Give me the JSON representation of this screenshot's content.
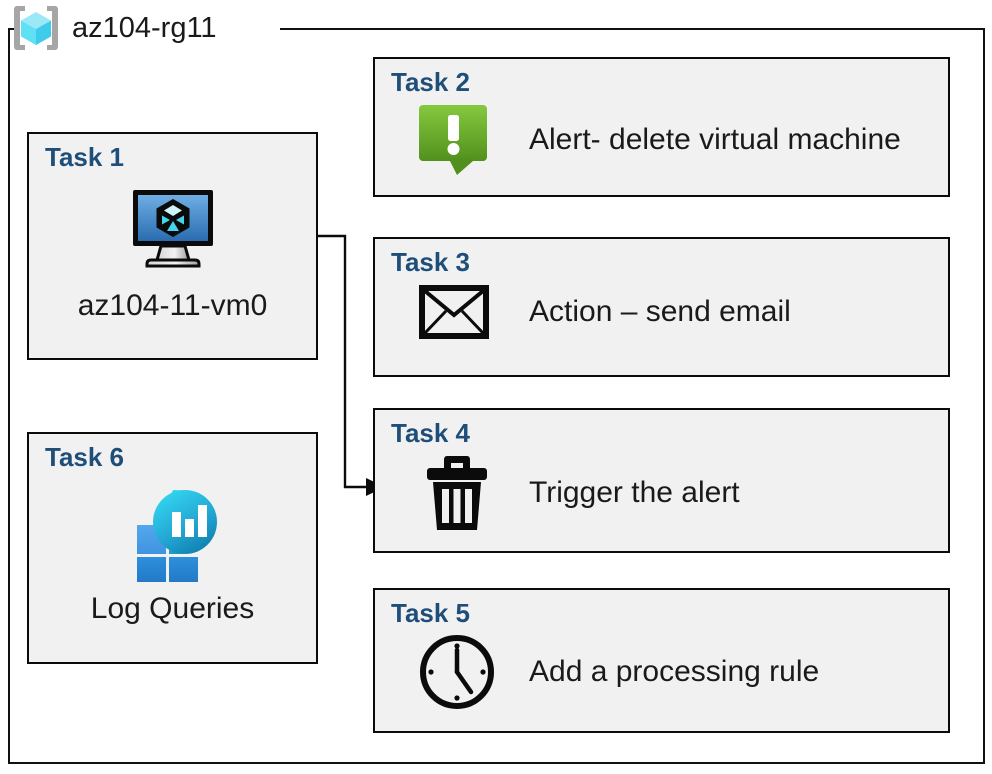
{
  "resource_group": {
    "name": "az104-rg11",
    "icon": "resource-group-cube-icon"
  },
  "tasks": [
    {
      "id": "task1",
      "title": "Task 1",
      "caption": "az104-11-vm0",
      "icon": "virtual-machine-icon",
      "layout": "vertical"
    },
    {
      "id": "task2",
      "title": "Task 2",
      "caption": "Alert- delete virtual machine",
      "icon": "alert-bubble-icon",
      "layout": "horizontal"
    },
    {
      "id": "task3",
      "title": "Task 3",
      "caption": "Action – send email",
      "icon": "envelope-icon",
      "layout": "horizontal"
    },
    {
      "id": "task4",
      "title": "Task 4",
      "caption": "Trigger the alert",
      "icon": "trash-icon",
      "layout": "horizontal"
    },
    {
      "id": "task5",
      "title": "Task 5",
      "caption": "Add a processing rule",
      "icon": "clock-icon",
      "layout": "horizontal"
    },
    {
      "id": "task6",
      "title": "Task 6",
      "caption": "Log Queries",
      "icon": "log-analytics-icon",
      "layout": "vertical"
    }
  ],
  "connector": {
    "from": "task1-virtual-machine-icon",
    "to": "task4",
    "arrow": true
  },
  "colors": {
    "task_title": "#1F4E79",
    "box_fill": "#F1F1F1",
    "box_border": "#0b0b0b",
    "alert_green_light": "#7DC242",
    "alert_green_dark": "#56941F",
    "vm_blue_light": "#5FA0DC",
    "vm_blue_dark": "#2A6CB0",
    "log_cyan": "#32D0EF",
    "log_teal": "#1489B8",
    "log_square_light": "#4A9BE8",
    "log_square_dark": "#2B88D8",
    "rg_cube_light": "#9BE9F7",
    "rg_cube_dark": "#4FD3EE",
    "rg_bracket": "#A6A6A6",
    "text": "#1a1a1a"
  }
}
